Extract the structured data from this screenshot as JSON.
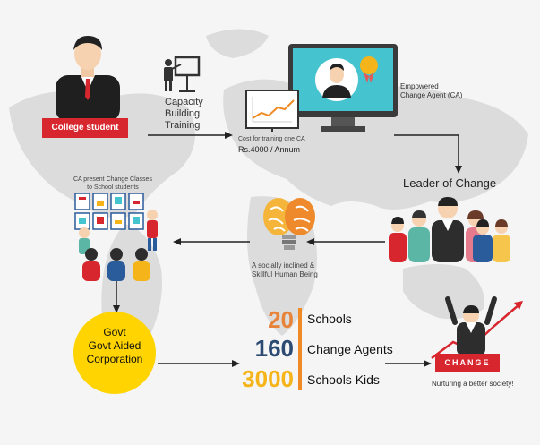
{
  "colors": {
    "accent_red": "#d8262f",
    "map_gray": "#dedede",
    "yellow": "#ffd400",
    "orange": "#f08a24",
    "navy": "#253c66",
    "stat_orange": "#e8843a",
    "stat_navy": "#2c4a73",
    "stat_yellow": "#f5b51a"
  },
  "icons": {
    "student": "graduate-student-icon",
    "trainer": "trainer-at-board-icon",
    "monitor": "monitor-ca-icon",
    "chart": "growth-chart-icon",
    "brain": "lightbulb-brain-icon",
    "group": "group-of-people-icon",
    "classroom": "classroom-icon",
    "change": "change-banner-icon"
  },
  "labels": {
    "college_student": "College student",
    "capacity_line1": "Capacity",
    "capacity_line2": "Building",
    "capacity_line3": "Training",
    "empowered_line1": "Empowered",
    "empowered_line2": "Change Agent (CA)",
    "cost_line1": "Cost for training one CA",
    "cost_line2": "Rs.4000 / Annum",
    "leader_of_change": "Leader of Change",
    "ca_present_line1": "CA present Change Classes",
    "ca_present_line2": "to School students",
    "human_line1": "A socially inclined &",
    "human_line2": "Skillful Human Being",
    "govt_line1": "Govt",
    "govt_line2": "Govt Aided",
    "govt_line3": "Corporation",
    "change_banner": "CHANGE",
    "nurturing": "Nurturing a better society!"
  },
  "stats": [
    {
      "number": "20",
      "label": "Schools"
    },
    {
      "number": "160",
      "label": "Change Agents"
    },
    {
      "number": "3000",
      "label": "Schools Kids"
    }
  ]
}
